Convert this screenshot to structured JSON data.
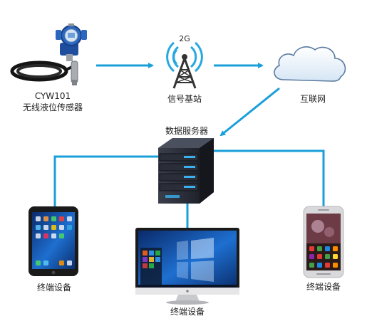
{
  "labels": {
    "sensor_model": "CYW101",
    "sensor_name": "无线液位传感器",
    "tower_band": "2G",
    "tower_name": "信号基站",
    "cloud_name": "互联网",
    "server_name": "数据服务器",
    "tablet_name": "终端设备",
    "desktop_name": "终端设备",
    "phone_name": "终端设备"
  },
  "colors": {
    "link": "#1a9fd9",
    "server_body": "#2b2f3a",
    "server_light": "#3ab0f0",
    "tower": "#333333",
    "signal": "#29a8e0",
    "cloud_fill": "#eaf3fb",
    "cloud_stroke": "#5a7aa0",
    "device_frame": "#1a1a1a",
    "win_blue": "#1565c0",
    "phone_frame": "#d9d9dc"
  }
}
